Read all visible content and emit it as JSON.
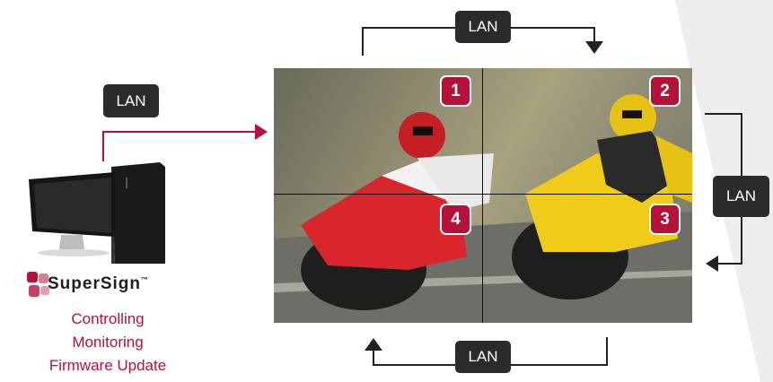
{
  "lan_labels": {
    "top": "LAN",
    "left": "LAN",
    "right": "LAN",
    "bottom": "LAN"
  },
  "tiles": [
    "1",
    "2",
    "3",
    "4"
  ],
  "brand": {
    "name": "SuperSign",
    "trademark": "™"
  },
  "functions": [
    "Controlling",
    "Monitoring",
    "Firmware Update"
  ],
  "colors": {
    "accent": "#b5123a",
    "lan_box": "#2b2b2b",
    "arrow": "#222222"
  },
  "icons": [
    "computer-icon",
    "supersign-logo-icon"
  ]
}
